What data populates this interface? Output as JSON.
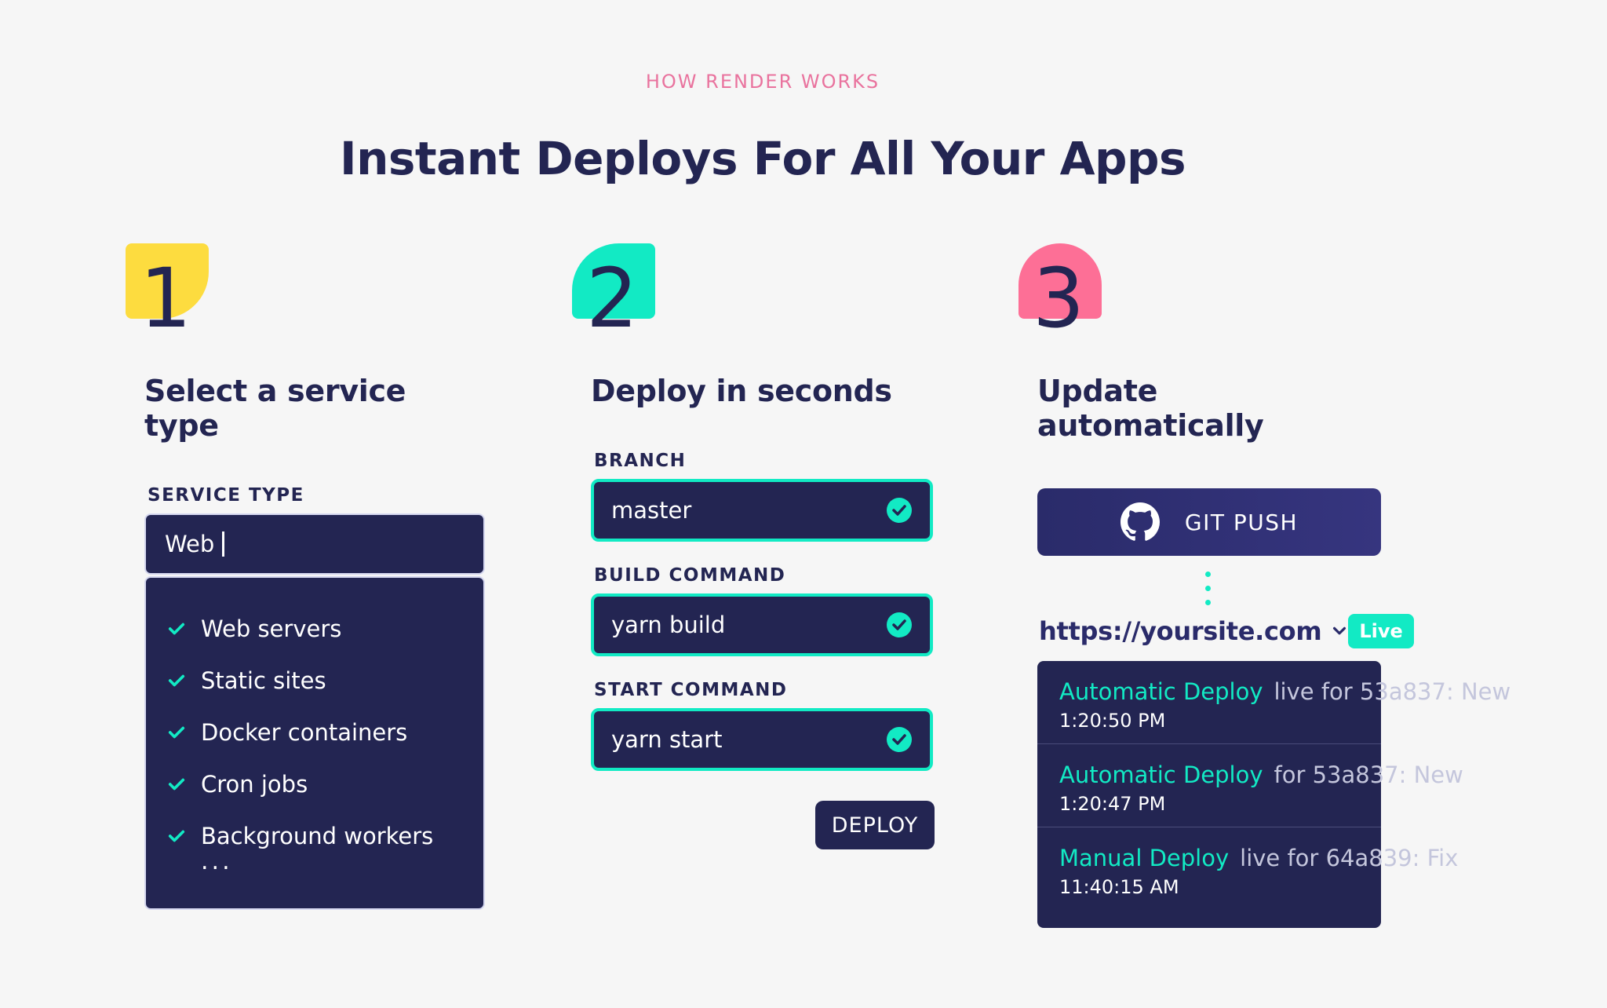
{
  "header": {
    "eyebrow": "HOW RENDER WORKS",
    "title": "Instant Deploys For All Your Apps"
  },
  "steps": [
    {
      "number": "1",
      "title": "Select a service type",
      "color": "#fddc3f"
    },
    {
      "number": "2",
      "title": "Deploy in seconds",
      "color": "#12eac4"
    },
    {
      "number": "3",
      "title": "Update automatically",
      "color": "#fd6f96"
    }
  ],
  "service": {
    "label": "SERVICE TYPE",
    "value": "Web",
    "options": [
      "Web servers",
      "Static sites",
      "Docker containers",
      "Cron jobs",
      "Background workers"
    ],
    "more": "..."
  },
  "deploy": {
    "branch_label": "BRANCH",
    "branch_value": "master",
    "build_label": "BUILD COMMAND",
    "build_value": "yarn build",
    "start_label": "START COMMAND",
    "start_value": "yarn start",
    "button": "DEPLOY"
  },
  "update": {
    "git_button": "GIT PUSH",
    "url": "https://yoursite.com",
    "badge": "Live",
    "events": [
      {
        "type": "Automatic Deploy",
        "desc": "live for 53a837: New",
        "time": "1:20:50 PM"
      },
      {
        "type": "Automatic Deploy",
        "desc": "for 53a837: New",
        "time": "1:20:47 PM"
      },
      {
        "type": "Manual Deploy",
        "desc": "live for 64a839: Fix",
        "time": "11:40:15 AM"
      }
    ]
  },
  "colors": {
    "navy": "#232552",
    "teal": "#12eac4",
    "pink": "#e9739e",
    "yellow": "#fddc3f"
  }
}
